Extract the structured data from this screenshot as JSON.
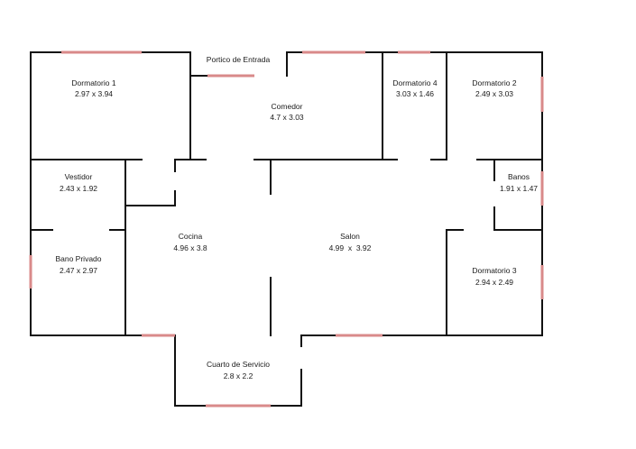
{
  "plan": {
    "entrance_label": "Portico de Entrada",
    "rooms": [
      {
        "name": "Dormatorio 1",
        "size": "2.97 x 3.94"
      },
      {
        "name": "Comedor",
        "size": "4.7 x 3.03"
      },
      {
        "name": "Dormatorio 4",
        "size": "3.03 x 1.46"
      },
      {
        "name": "Dormatorio 2",
        "size": "2.49 x 3.03"
      },
      {
        "name": "Vestidor",
        "size": "2.43 x 1.92"
      },
      {
        "name": "Banos",
        "size": "1.91 x 1.47"
      },
      {
        "name": "Cocina",
        "size": "4.96 x 3.8"
      },
      {
        "name": "Salon",
        "size": "4.99  x  3.92"
      },
      {
        "name": "Bano Privado",
        "size": "2.47 x 2.97"
      },
      {
        "name": "Dormatorio 3",
        "size": "2.94 x 2.49"
      },
      {
        "name": "Cuarto de Servicio",
        "size": "2.8 x 2.2"
      }
    ],
    "colors": {
      "wall": "#111111",
      "window": "#d98a8a",
      "background": "#ffffff"
    }
  }
}
